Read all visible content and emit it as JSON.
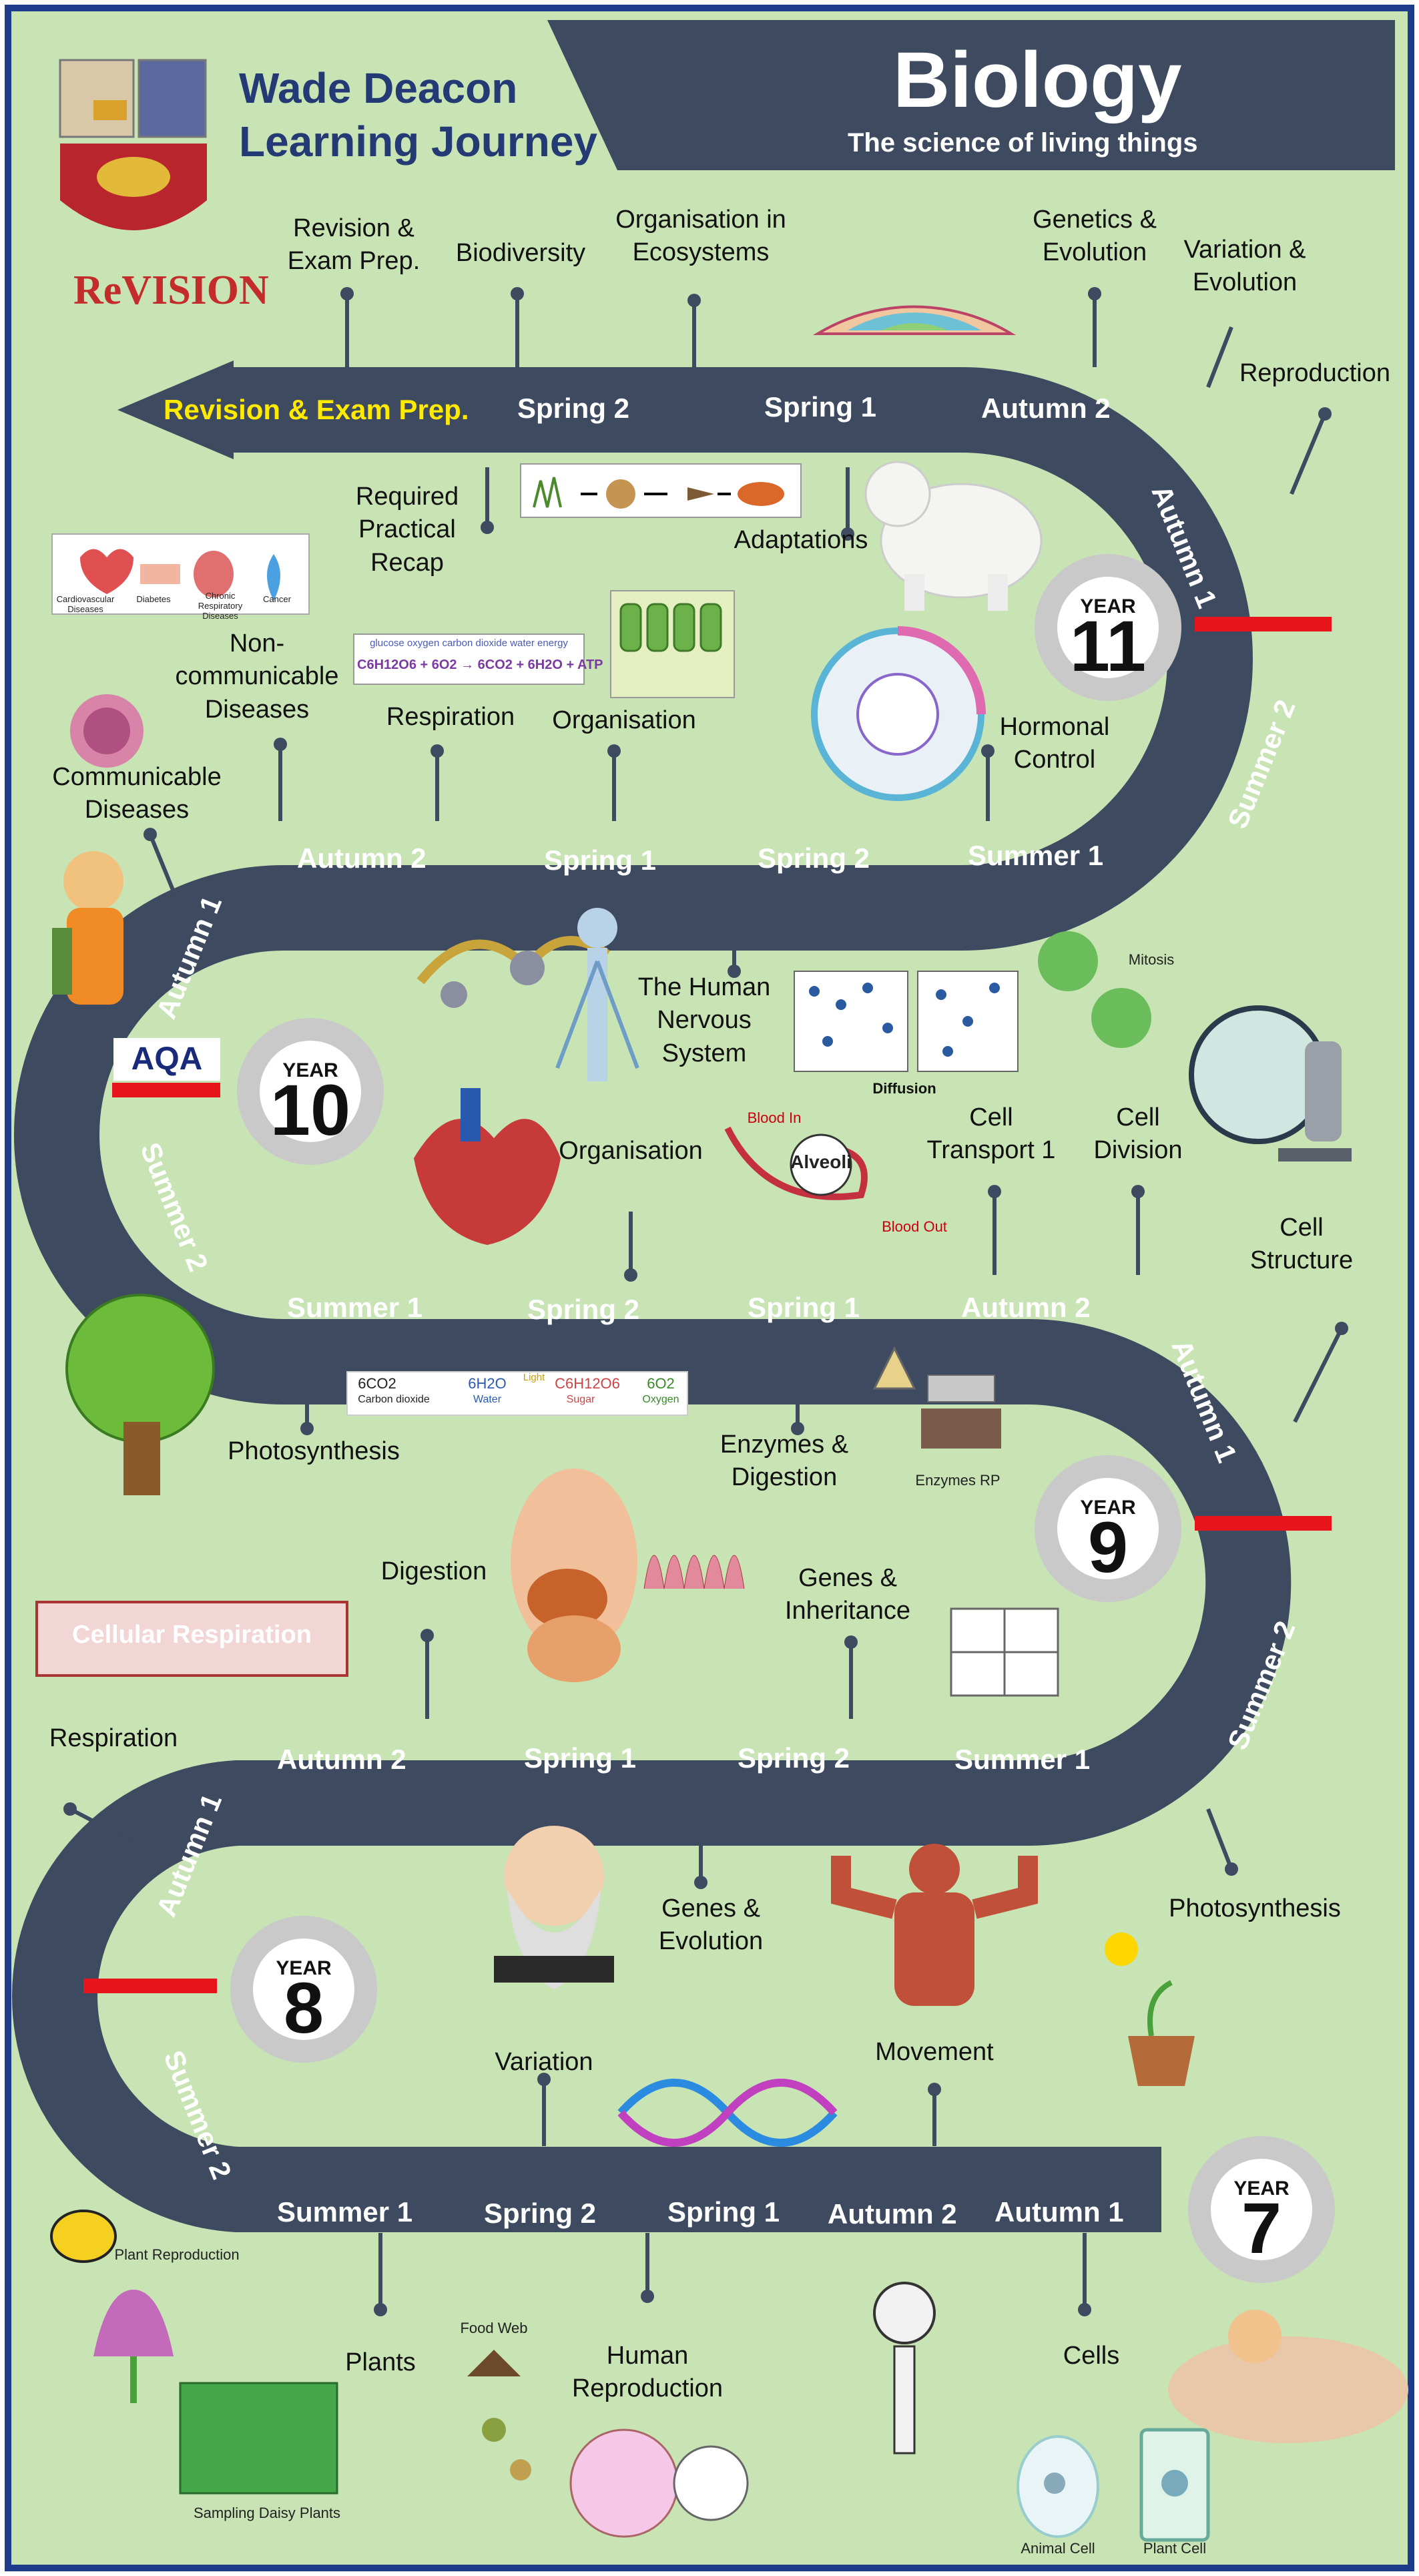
{
  "header": {
    "school_line1": "Wade Deacon",
    "school_line2": "Learning Journey",
    "subject": "Biology",
    "tagline": "The science of living things",
    "revision_logo": "ReVISION",
    "aqa_logo": "AQA"
  },
  "years": {
    "y7": {
      "label": "YEAR",
      "number": "7"
    },
    "y8": {
      "label": "YEAR",
      "number": "8"
    },
    "y9": {
      "label": "YEAR",
      "number": "9"
    },
    "y10": {
      "label": "YEAR",
      "number": "10"
    },
    "y11": {
      "label": "YEAR",
      "number": "11"
    }
  },
  "road_labels": {
    "r11": {
      "revision": "Revision & Exam Prep.",
      "spring2": "Spring 2",
      "spring1": "Spring 1",
      "autumn2": "Autumn 2",
      "autumn1": "Autumn 1",
      "summer2": "Summer 2"
    },
    "r10": {
      "autumn2": "Autumn 2",
      "spring1": "Spring 1",
      "spring2": "Spring 2",
      "summer1": "Summer 1",
      "autumn1": "Autumn 1",
      "summer2": "Summer 2"
    },
    "r9": {
      "summer1": "Summer 1",
      "spring2": "Spring 2",
      "spring1": "Spring 1",
      "autumn2": "Autumn 2",
      "autumn1": "Autumn 1",
      "summer2": "Summer 2"
    },
    "r8": {
      "autumn2": "Autumn 2",
      "spring1": "Spring 1",
      "spring2": "Spring 2",
      "summer1": "Summer 1",
      "autumn1": "Autumn 1",
      "summer2": "Summer 2"
    },
    "r7": {
      "summer1": "Summer 1",
      "spring2": "Spring 2",
      "spring1": "Spring 1",
      "autumn2": "Autumn 2",
      "autumn1": "Autumn 1"
    }
  },
  "topics": {
    "revision_exam": "Revision &\nExam Prep.",
    "biodiversity": "Biodiversity",
    "ecosystems": "Organisation in\nEcosystems",
    "genetics_evolution": "Genetics &\nEvolution",
    "variation_evolution": "Variation &\nEvolution",
    "reproduction": "Reproduction",
    "required_practical": "Required\nPractical\nRecap",
    "adaptations": "Adaptations",
    "non_communicable": "Non-\ncommunicable\nDiseases",
    "respiration11": "Respiration",
    "organisation11": "Organisation",
    "hormonal": "Hormonal\nControl",
    "communicable": "Communicable\nDiseases",
    "nervous": "The Human\nNervous\nSystem",
    "organisation10": "Organisation",
    "cell_transport": "Cell\nTransport 1",
    "cell_division": "Cell\nDivision",
    "cell_structure": "Cell\nStructure",
    "photosynthesis9": "Photosynthesis",
    "enzymes": "Enzymes &\nDigestion",
    "digestion": "Digestion",
    "genes_inheritance": "Genes &\nInheritance",
    "respiration8": "Respiration",
    "genes_evolution": "Genes &\nEvolution",
    "photosynthesis7": "Photosynthesis",
    "variation": "Variation",
    "movement": "Movement",
    "plants": "Plants",
    "human_reproduction": "Human\nReproduction",
    "cells": "Cells"
  },
  "captions": {
    "food_web": "Food Web",
    "plant_reproduction": "Plant Reproduction",
    "sampling": "Sampling Daisy Plants",
    "animal_cell": "Animal Cell",
    "plant_cell": "Plant Cell",
    "enzymes_rp": "Enzymes RP",
    "mitosis": "Mitosis",
    "diffusion": "Diffusion",
    "alveoli": "Alveoli",
    "blood_in": "Blood In",
    "blood_out": "Blood Out",
    "cellular_respiration": "Cellular Respiration",
    "disease_labels": [
      "Cardiovascular Diseases",
      "Diabetes",
      "Chronic Respiratory Diseases",
      "Cancer"
    ],
    "resp_eq_top": "glucose  oxygen  carbon dioxide  water  energy",
    "resp_eq": "C6H12O6 + 6O2 → 6CO2 + 6H2O + ATP",
    "photo_eq": [
      "6CO2",
      "Carbon dioxide",
      "6H2O",
      "Water",
      "Light",
      "C6H12O6",
      "Sugar",
      "6O2",
      "Oxygen"
    ]
  },
  "colors": {
    "background": "#c8e3b4",
    "road": "#3d4a5f",
    "border": "#1e3a8a",
    "title": "#243a75",
    "revision_yellow": "#ffea00",
    "marker_red": "#e8141c"
  }
}
